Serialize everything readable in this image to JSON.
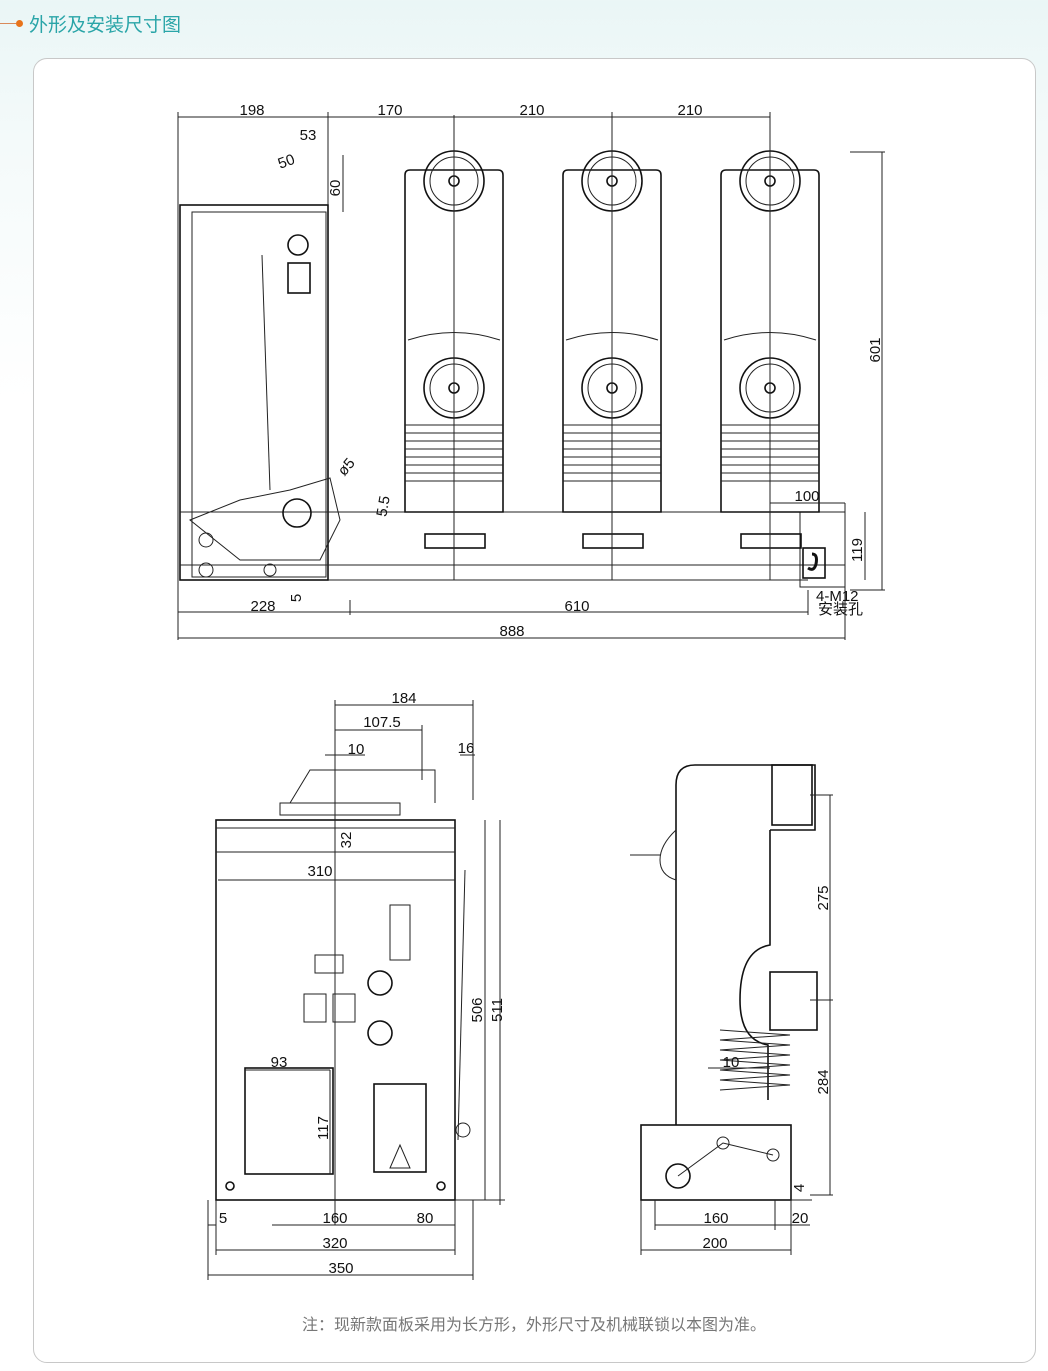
{
  "header": {
    "title": "外形及安装尺寸图"
  },
  "front_view": {
    "dims": {
      "d198": "198",
      "d170": "170",
      "d210a": "210",
      "d210b": "210",
      "d53": "53",
      "d50": "50",
      "d60": "60",
      "phi5": "ø5",
      "d5_5": "5.5",
      "d100": "100",
      "d119": "119",
      "d601": "601",
      "d228": "228",
      "d5": "5",
      "d610": "610",
      "d888": "888"
    },
    "hole_label": "4-M12",
    "hole_note": "安装孔"
  },
  "side_view": {
    "dims": {
      "d184": "184",
      "d107_5": "107.5",
      "d10": "10",
      "d16": "16",
      "d32": "32",
      "d310": "310",
      "d93": "93",
      "d117": "117",
      "d506": "506",
      "d511": "511",
      "d5": "5",
      "d160": "160",
      "d80": "80",
      "d320": "320",
      "d350": "350"
    }
  },
  "rear_view": {
    "dims": {
      "d275": "275",
      "d10": "10",
      "d284": "284",
      "d4": "4",
      "d160": "160",
      "d20": "20",
      "d200": "200"
    }
  },
  "note": "注：现新款面板采用为长方形，外形尺寸及机械联锁以本图为准。"
}
